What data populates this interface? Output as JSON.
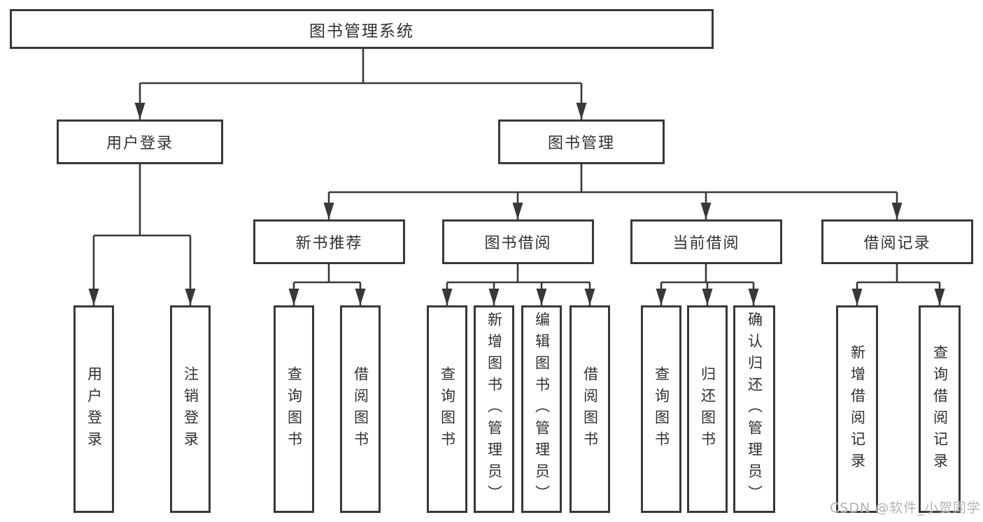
{
  "diagram": {
    "root": {
      "label": "图书管理系统"
    },
    "branches": [
      {
        "label": "用户登录",
        "children": [
          {
            "label": "用户登录"
          },
          {
            "label": "注销登录"
          }
        ]
      },
      {
        "label": "图书管理",
        "children": [
          {
            "label": "新书推荐",
            "children": [
              {
                "label": "查询图书"
              },
              {
                "label": "借阅图书"
              }
            ]
          },
          {
            "label": "图书借阅",
            "children": [
              {
                "label": "查询图书"
              },
              {
                "label": "新增图书（管理员）"
              },
              {
                "label": "编辑图书（管理员）"
              },
              {
                "label": "借阅图书"
              }
            ]
          },
          {
            "label": "当前借阅",
            "children": [
              {
                "label": "查询图书"
              },
              {
                "label": "归还图书"
              },
              {
                "label": "确认归还（管理员）"
              }
            ]
          },
          {
            "label": "借阅记录",
            "children": [
              {
                "label": "新增借阅记录"
              },
              {
                "label": "查询借阅记录"
              }
            ]
          }
        ]
      }
    ]
  },
  "watermark": {
    "text": "CSDN @软件_小贺同学"
  },
  "colors": {
    "line": "#383838",
    "box_border": "#383838",
    "text": "#303030",
    "background": "#ffffff",
    "watermark": "#b2b2b2"
  }
}
